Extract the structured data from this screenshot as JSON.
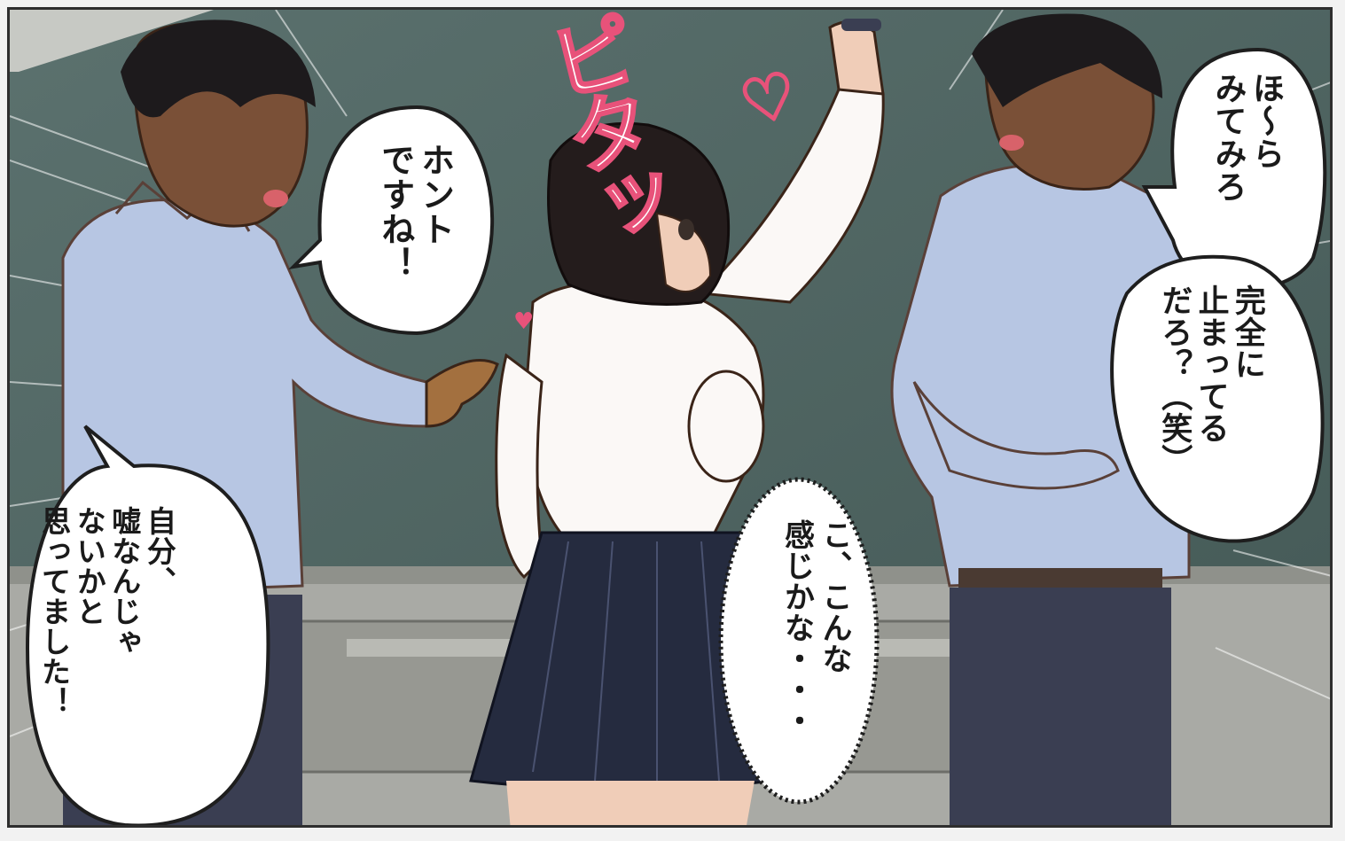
{
  "sfx": {
    "text": "ピタッ",
    "heart": "♡"
  },
  "bubbles": [
    {
      "id": "left_boy",
      "text": "ホント\nですね！"
    },
    {
      "id": "right_boy_1",
      "text": "ほ〜ら\nみてみろ"
    },
    {
      "id": "right_boy_2",
      "text": "完全に\n止まってる\nだろ？（笑）"
    },
    {
      "id": "girl_thought",
      "text": "こ、こんな\n感じかな・・・"
    },
    {
      "id": "left_boy_2",
      "text": "自分、\n嘘なんじゃ\nないかと\n思ってました！"
    }
  ],
  "colors": {
    "chalkboard": "#4f6663",
    "shirt": "#b7c6e3",
    "blouse": "#fbf8f6",
    "skirt": "#252b3f",
    "hair": "#241c1c",
    "skin": "#f0cdb8",
    "sfx_pink": "#e8527a"
  }
}
